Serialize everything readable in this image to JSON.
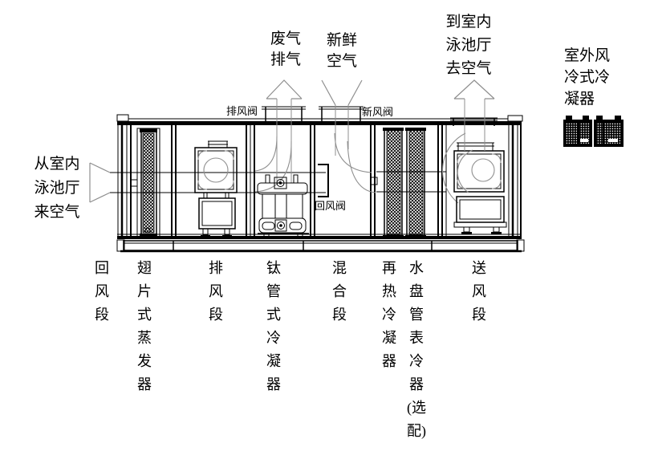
{
  "flow_labels": {
    "from_pool": "从室内\n泳池厅\n来空气",
    "exhaust": "废气\n排气",
    "fresh": "新鲜\n空气",
    "to_pool": "到室内\n泳池厅\n去空气",
    "outdoor_condenser": "室外风\n冷式冷\n凝器"
  },
  "damper_labels": {
    "exhaust_damper": "排风阀",
    "fresh_damper": "新风阀",
    "return_damper": "回风阀"
  },
  "section_labels": [
    {
      "name": "return-air-section",
      "text": "回\n风\n段"
    },
    {
      "name": "finned-evaporator",
      "text": "翅\n片\n式\n蒸\n发\n器"
    },
    {
      "name": "exhaust-fan-section",
      "text": "排\n风\n段"
    },
    {
      "name": "titanium-tube-condenser",
      "text": "钛\n管\n式\n冷\n凝\n器"
    },
    {
      "name": "mixing-section",
      "text": "混\n合\n段"
    },
    {
      "name": "reheat-condenser",
      "text": "再\n热\n冷\n凝\n器"
    },
    {
      "name": "water-coil-optional",
      "text": "水\n盘\n管\n表\n冷\n器\n(选\n配)"
    },
    {
      "name": "supply-fan-section",
      "text": "送\n风\n段"
    }
  ],
  "colors": {
    "line": "#000000",
    "flow": "#8f8f8f",
    "background": "#ffffff"
  }
}
